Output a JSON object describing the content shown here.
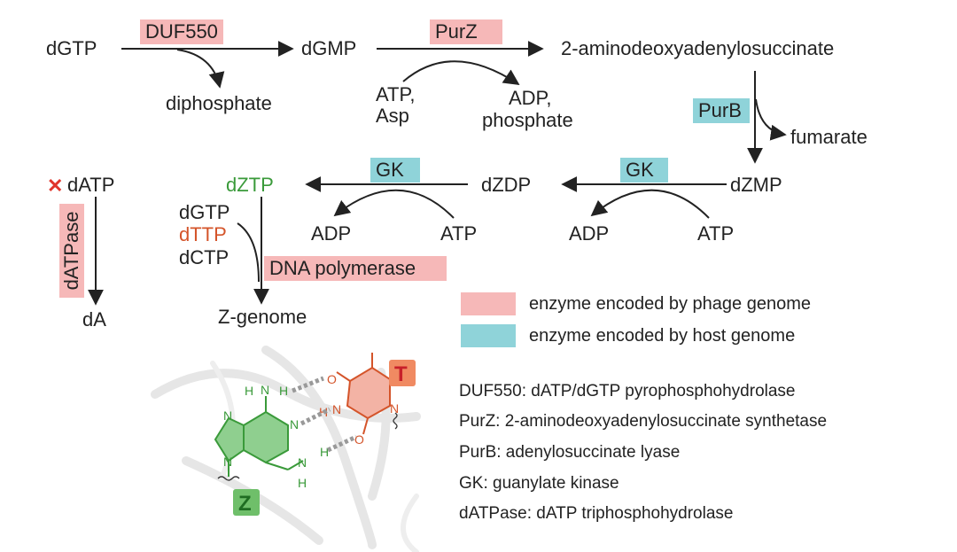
{
  "metabolites": {
    "dgtp_top": "dGTP",
    "dgmp": "dGMP",
    "aminodeoxyadenylosuccinate": "2-aminodeoxyadenylosuccinate",
    "diphosphate": "diphosphate",
    "atp_asp": [
      "ATP,",
      "Asp"
    ],
    "adp_phosphate": [
      "ADP,",
      "phosphate"
    ],
    "fumarate": "fumarate",
    "dzmp": "dZMP",
    "dzdp": "dZDP",
    "dztp": "dZTP",
    "adp_left": "ADP",
    "atp_left": "ATP",
    "adp_right": "ADP",
    "atp_right": "ATP",
    "datp": "dATP",
    "datp_cross": "✕",
    "da": "dA",
    "dgtp_pool": "dGTP",
    "dttp_pool": "dTTP",
    "dctp_pool": "dCTP",
    "z_genome": "Z-genome"
  },
  "enzymes": {
    "duf550": "DUF550",
    "purz": "PurZ",
    "purb": "PurB",
    "gk_left": "GK",
    "gk_right": "GK",
    "dna_polymerase": "DNA  polymerase",
    "datpase": "dATPase"
  },
  "legend": {
    "phage": "enzyme encoded by phage genome",
    "host": "enzyme encoded by host genome"
  },
  "definitions": [
    "DUF550: dATP/dGTP pyrophosphohydrolase",
    "PurZ: 2-aminodeoxyadenylosuccinate synthetase",
    "PurB: adenylosuccinate lyase",
    "GK: guanylate kinase",
    "dATPase: dATP triphosphohydrolase"
  ],
  "base_pair": {
    "t_badge": "T",
    "z_badge": "Z",
    "atoms": {
      "o": "O",
      "n": "N",
      "h": "H"
    }
  },
  "colors": {
    "phage_enzyme": "#f6b8b8",
    "host_enzyme": "#8fd3d9",
    "z_green": "#3a9a3a",
    "t_orange": "#d4542a",
    "cross_red": "#e0352b"
  }
}
